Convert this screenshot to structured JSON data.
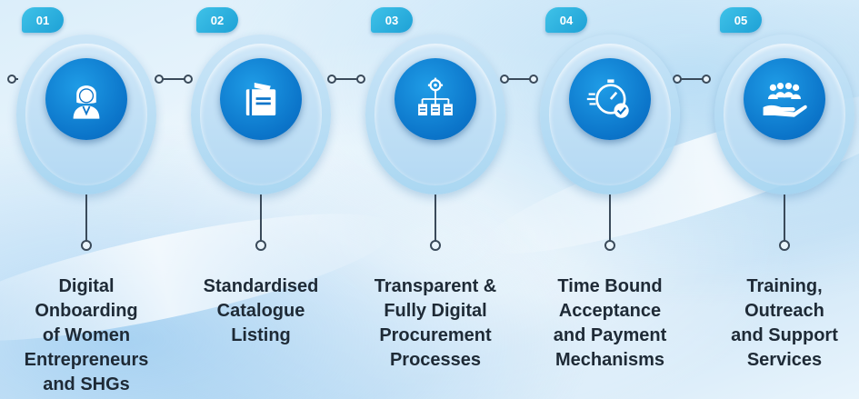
{
  "steps": [
    {
      "number": "01",
      "icon": "woman-entrepreneur-icon",
      "lines": [
        "Digital",
        "Onboarding",
        "of Women",
        "Entrepreneurs",
        "and SHGs"
      ]
    },
    {
      "number": "02",
      "icon": "catalogue-book-icon",
      "lines": [
        "Standardised",
        "Catalogue",
        "Listing"
      ]
    },
    {
      "number": "03",
      "icon": "procurement-network-gear-icon",
      "lines": [
        "Transparent &",
        "Fully Digital",
        "Procurement",
        "Processes"
      ]
    },
    {
      "number": "04",
      "icon": "stopwatch-check-icon",
      "lines": [
        "Time Bound",
        "Acceptance",
        "and Payment",
        "Mechanisms"
      ]
    },
    {
      "number": "05",
      "icon": "group-hand-support-icon",
      "lines": [
        "Training,",
        "Outreach",
        "and Support",
        "Services"
      ]
    }
  ],
  "colors": {
    "badge": "#1ea1d6",
    "icon_disc": "#0b74c9",
    "text": "#1e2a36",
    "line": "#3a4a5a"
  }
}
